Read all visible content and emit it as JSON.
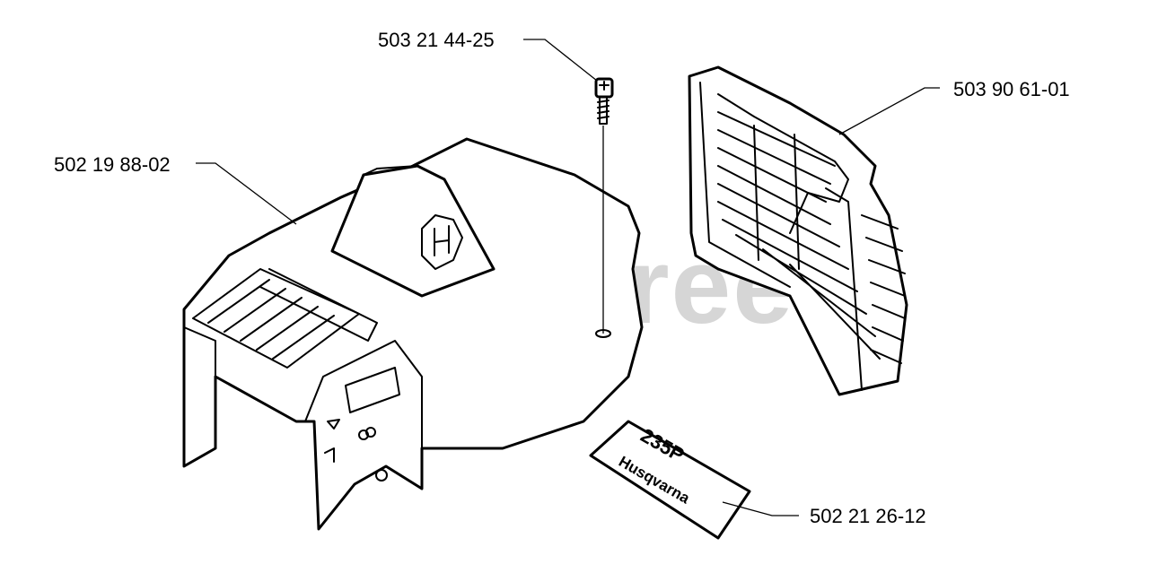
{
  "watermark": "PartsTree",
  "parts": {
    "screw": {
      "number": "503 21 44-25"
    },
    "cylinder_cover": {
      "number": "502 19 88-02"
    },
    "air_filter_cover": {
      "number": "503 90 61-01"
    },
    "decal": {
      "number": "502 21 26-12",
      "model_text": "235P",
      "brand_text": "Husqvarna"
    }
  }
}
